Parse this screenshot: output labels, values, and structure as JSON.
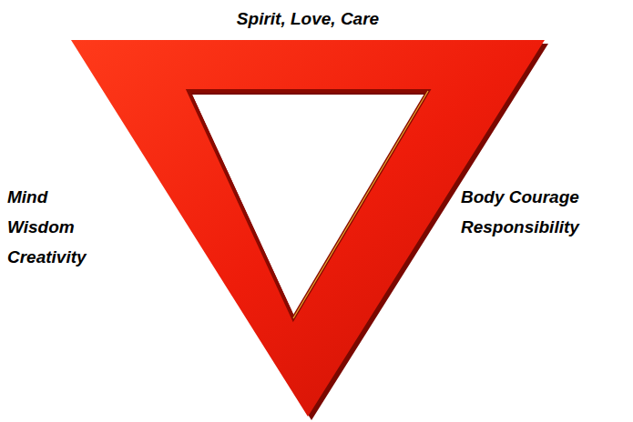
{
  "diagram": {
    "labels": [
      "Spirit, Love, Care",
      "Mind Wisdom Creativity",
      "Body Courage Responsibility"
    ]
  }
}
